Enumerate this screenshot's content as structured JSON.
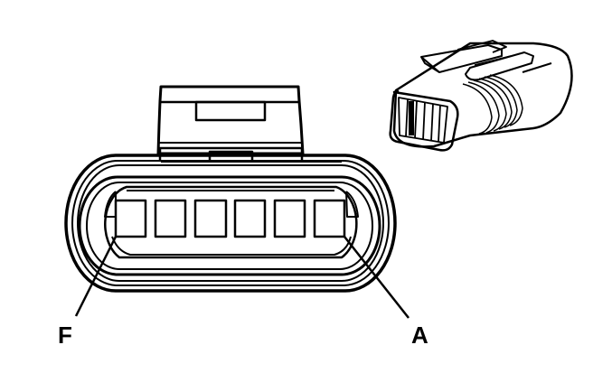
{
  "diagram": {
    "type": "connector-face-view",
    "cavity_count": 6,
    "labels": {
      "left_terminal": "F",
      "right_terminal": "A"
    },
    "colors": {
      "stroke": "#000000",
      "background": "#ffffff"
    },
    "views": [
      {
        "name": "front-face-view",
        "description": "Mating face with 6 terminal cavities"
      },
      {
        "name": "isometric-view",
        "description": "3D perspective of connector body"
      }
    ]
  }
}
